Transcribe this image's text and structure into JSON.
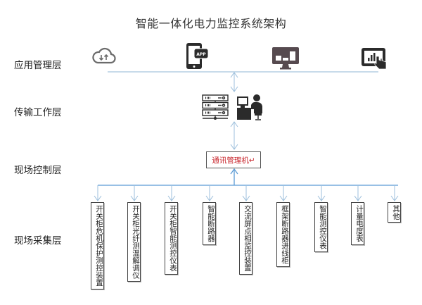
{
  "title": "智能一体化电力监控系统架构",
  "layers": [
    {
      "id": "application",
      "label": "应用管理层"
    },
    {
      "id": "transmission",
      "label": "传输工作层"
    },
    {
      "id": "field-control",
      "label": "现场控制层"
    },
    {
      "id": "field-acquisition",
      "label": "现场采集层"
    }
  ],
  "application_icons": [
    {
      "name": "cloud-sync-icon"
    },
    {
      "name": "mobile-app-icon",
      "badge": "APP"
    },
    {
      "name": "desktop-monitor-icon"
    },
    {
      "name": "tablet-chart-icon"
    }
  ],
  "transmission_icons": [
    {
      "name": "server-rack-icon"
    },
    {
      "name": "operator-workstation-icon"
    }
  ],
  "control_box": {
    "label": "通讯管理机↵"
  },
  "devices": [
    {
      "label": "开关柜危机保护测控装置"
    },
    {
      "label": "开关柜光纤测温解调仪"
    },
    {
      "label": "开关柜智能测控仪表"
    },
    {
      "label": "智能断路器"
    },
    {
      "label": "交流屏点相监控装置"
    },
    {
      "label": "框架断路器进线柜"
    },
    {
      "label": "智能测控仪表"
    },
    {
      "label": "计量电度表"
    },
    {
      "label": "其他"
    }
  ],
  "colors": {
    "connector": "#9dbfdc",
    "bus": "#5b9bd5",
    "control_text": "#c8242b",
    "icon_dark": "#2b2b2b",
    "icon_gray": "#6b6b6b"
  }
}
